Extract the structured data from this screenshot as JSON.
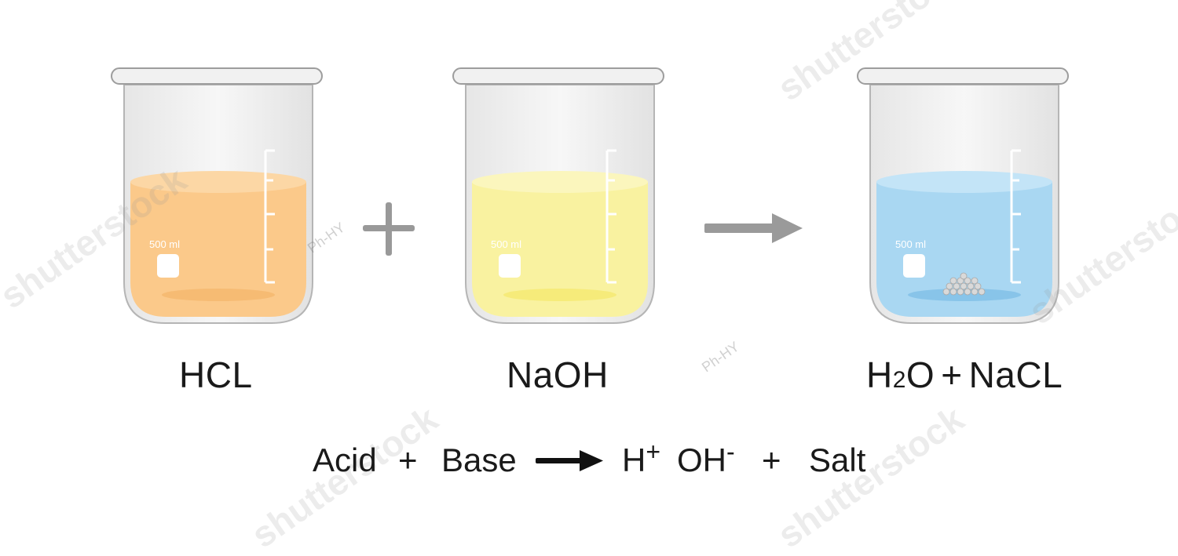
{
  "beakers": [
    {
      "volume_label": "500 ml",
      "liquid_color": "#fbc98a",
      "name": "HCL"
    },
    {
      "volume_label": "500 ml",
      "liquid_color": "#f9f2a0",
      "name": "NaOH"
    },
    {
      "volume_label": "500 ml",
      "liquid_color": "#a9d7f2",
      "name": "H₂O + NaCL"
    }
  ],
  "labels": {
    "hcl": "HCL",
    "naoh": "NaOH",
    "product_h": "H",
    "product_sub": "2",
    "product_o": "O",
    "product_plus": "+",
    "product_nacl": "NaCL"
  },
  "equation": {
    "acid": "Acid",
    "plus1": "+",
    "base": "Base",
    "h": "H",
    "h_charge": "+",
    "oh": "OH",
    "oh_charge": "-",
    "plus2": "+",
    "salt": "Salt"
  },
  "watermarks": {
    "brand": "shutterstock",
    "author": "Ph-HY"
  },
  "colors": {
    "hcl_liquid": "#fbc98a",
    "naoh_liquid": "#f9f2a0",
    "product_liquid": "#a9d7f2",
    "arrow_gray": "#9a9a9a",
    "text": "#1a1a1a"
  }
}
